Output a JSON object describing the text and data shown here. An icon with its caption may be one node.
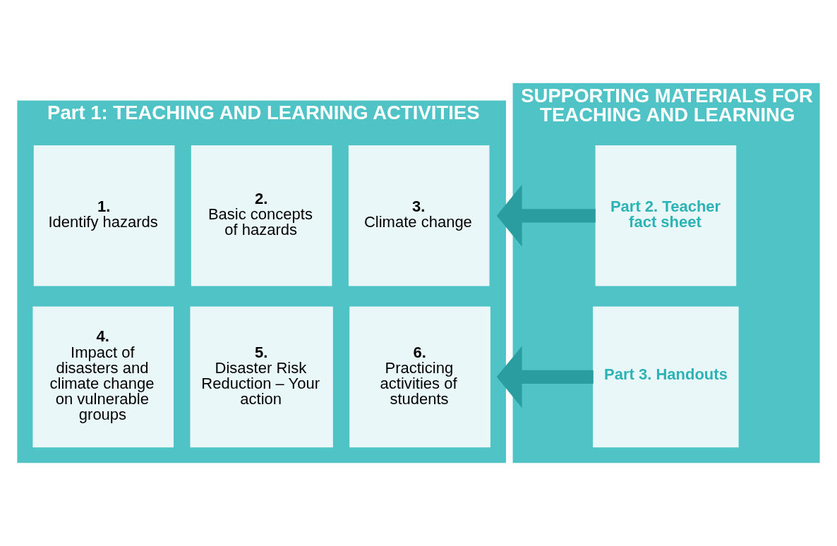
{
  "diagram": {
    "nodes": [
      {
        "text": [
          "Part 1: TEACHING AND LEARNING ACTIVITIES"
        ]
      },
      {
        "text": [
          "1.",
          "Identify hazards"
        ],
        "in": 0
      },
      {
        "text": [
          "2.",
          "Basic concepts of hazards"
        ],
        "in": 0
      },
      {
        "text": [
          "3.",
          "Climate change"
        ],
        "in": 0
      },
      {
        "text": [
          "4.",
          "Impact of disasters and climate change on vulnerable groups"
        ],
        "in": 0
      },
      {
        "text": [
          "5.",
          "Disaster Risk Reduction – Your action"
        ],
        "in": 0
      },
      {
        "text": [
          "6.",
          "Practicing activities of students"
        ],
        "in": 0
      },
      {
        "text": [
          "SUPPORTING MATERIALS FOR TEACHING AND LEARNING"
        ]
      },
      {
        "text": [
          "Part 2. Teacher fact sheet"
        ],
        "in": 7
      },
      {
        "text": [
          "Part 3. Handouts"
        ],
        "in": 7
      }
    ],
    "edges": [
      {
        "from": 8,
        "to": 0,
        "arrow": "to"
      },
      {
        "from": 9,
        "to": 0,
        "arrow": "to"
      }
    ]
  }
}
